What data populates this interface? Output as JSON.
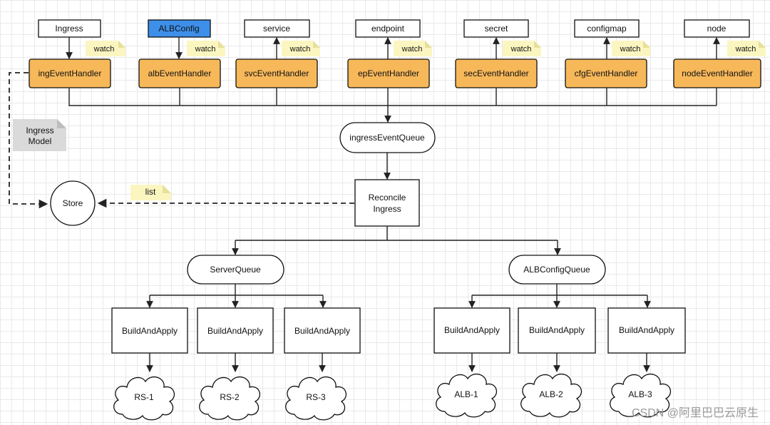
{
  "resources": [
    "Ingress",
    "ALBConfig",
    "service",
    "endpoint",
    "secret",
    "configmap",
    "node"
  ],
  "handlers": [
    "ingEventHandler",
    "albEventHandler",
    "svcEventHandler",
    "epEventHandler",
    "secEventHandler",
    "cfgEventHandler",
    "nodeEventHandler"
  ],
  "watch_label": "watch",
  "queue_main": "ingressEventQueue",
  "reconcile": [
    "Reconcile",
    "Ingress"
  ],
  "store": "Store",
  "list_label": "list",
  "ingress_model": [
    "Ingress",
    "Model"
  ],
  "server_queue": "ServerQueue",
  "alb_queue": "ALBConfigQueue",
  "build_apply": "BuildAndApply",
  "rs_nodes": [
    "RS-1",
    "RS-2",
    "RS-3"
  ],
  "alb_nodes": [
    "ALB-1",
    "ALB-2",
    "ALB-3"
  ],
  "watermark": "CSDN @阿里巴巴云原生",
  "colors": {
    "handler": "#f7b85a",
    "albconfig": "#3d8fea",
    "note": "#fbf6c0"
  }
}
